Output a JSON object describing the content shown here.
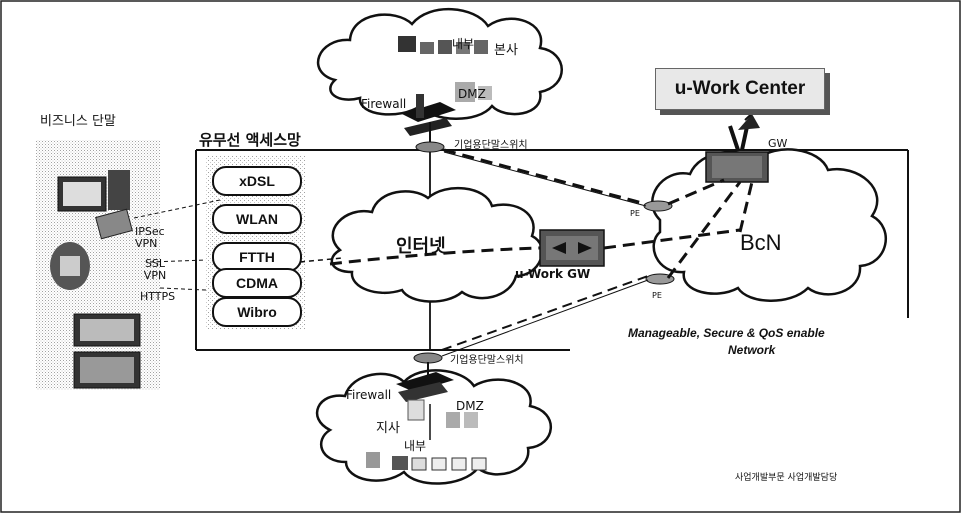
{
  "nodes": {
    "hq": {
      "label": "본사",
      "inner_label": "내부",
      "dmz_label": "DMZ",
      "firewall_label": "Firewall"
    },
    "branch": {
      "label": "지사",
      "inner_label": "내부",
      "dmz_label": "DMZ",
      "firewall_label": "Firewall"
    },
    "internet": {
      "label": "인터넷"
    },
    "bcn": {
      "label": "BcN",
      "pe_label_top": "PE",
      "pe_label_bottom": "PE",
      "caption_line1": "Manageable, Secure & QoS enable",
      "caption_line2": "Network"
    },
    "uwork_center": {
      "label": "u-Work Center",
      "gw_label": "GW"
    },
    "uwork_gw": {
      "label": "u-Work GW"
    },
    "enterprise_switch_top": {
      "label": "기업용단말스위치"
    },
    "enterprise_switch_bottom": {
      "label": "기업용단말스위치"
    },
    "access_network": {
      "title": "유무선 액세스망",
      "items": [
        "xDSL",
        "WLAN",
        "FTTH",
        "CDMA",
        "Wibro"
      ]
    },
    "business_terminals": {
      "title": "비즈니스 단말",
      "protocols": [
        "IPSec VPN",
        "SSL VPN",
        "HTTPS"
      ]
    }
  },
  "footer": {
    "department": "사업개발부문 사업개발담당"
  }
}
